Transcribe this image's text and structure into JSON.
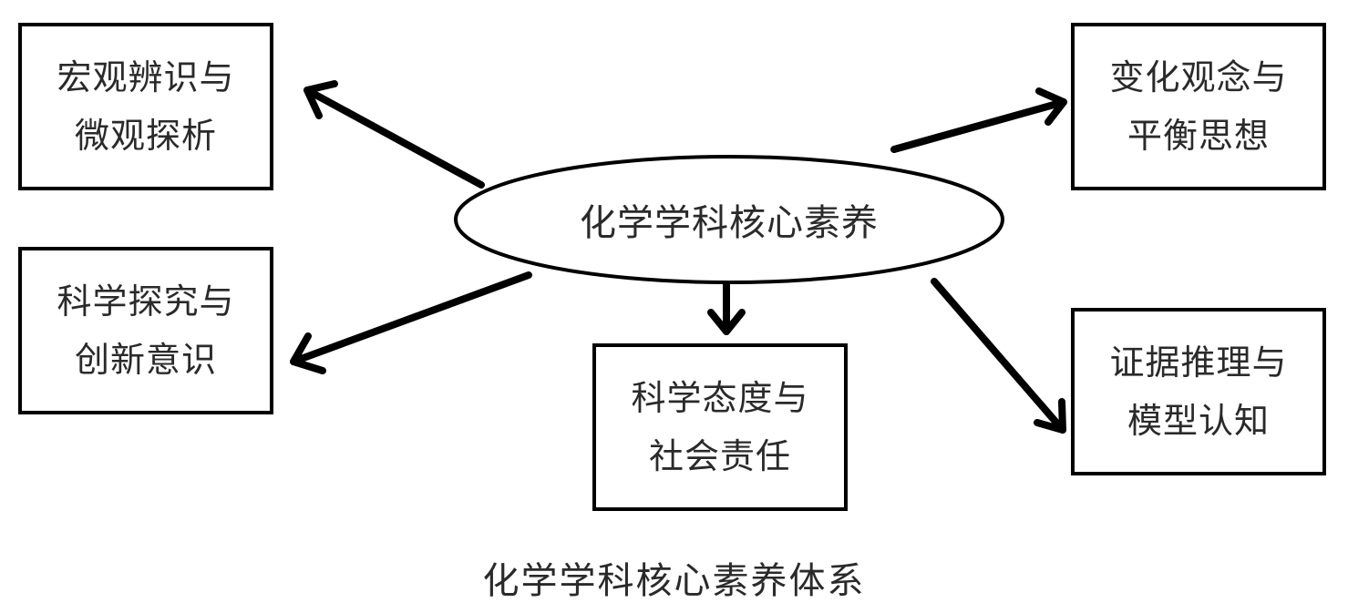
{
  "center": {
    "label": "化学学科核心素养"
  },
  "nodes": {
    "macro_micro": {
      "line1": "宏观辨识与",
      "line2": "微观探析"
    },
    "inquiry_innovation": {
      "line1": "科学探究与",
      "line2": "创新意识"
    },
    "attitude_responsibility": {
      "line1": "科学态度与",
      "line2": "社会责任"
    },
    "change_equilibrium": {
      "line1": "变化观念与",
      "line2": "平衡思想"
    },
    "evidence_model": {
      "line1": "证据推理与",
      "line2": "模型认知"
    }
  },
  "caption": "化学学科核心素养体系",
  "colors": {
    "stroke": "#000000",
    "text": "#2a2a2a",
    "background": "#ffffff"
  }
}
